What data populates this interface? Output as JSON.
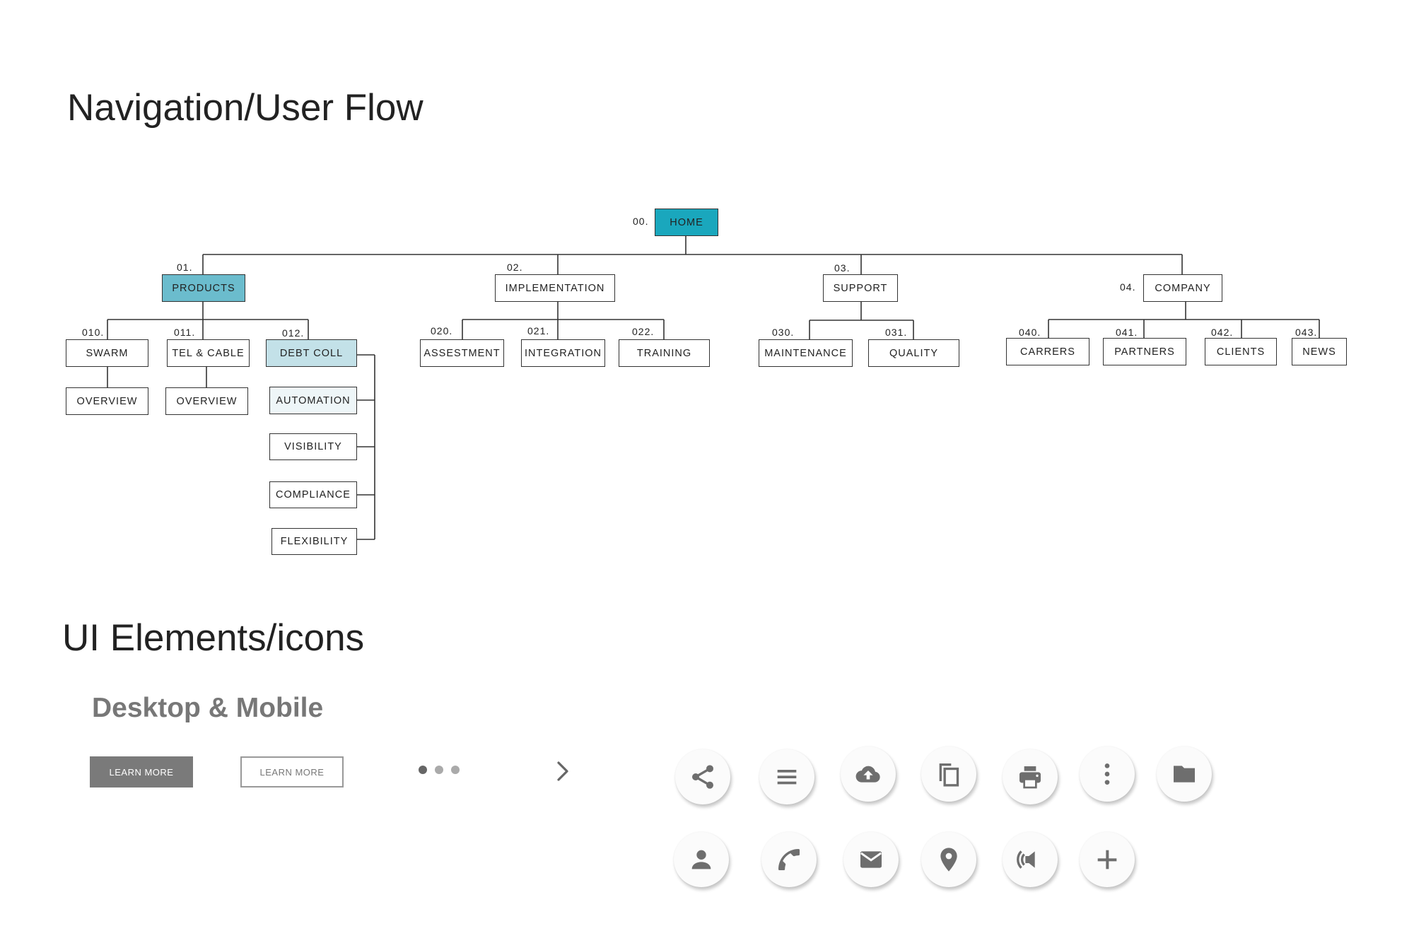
{
  "titles": {
    "nav_flow": "Navigation/User Flow",
    "ui_elements": "UI Elements/icons",
    "desktop_mobile": "Desktop & Mobile"
  },
  "colors": {
    "home_fill": "#1aa7bd",
    "products_fill": "#6bbccd",
    "debt_coll_fill": "#c3e1e8",
    "automation_fill": "#eef6f8",
    "line": "#333333",
    "icon": "#6e6e6e"
  },
  "sitemap": {
    "home": {
      "num": "00.",
      "label": "HOME"
    },
    "products": {
      "num": "01.",
      "label": "PRODUCTS"
    },
    "implementation": {
      "num": "02.",
      "label": "IMPLEMENTATION"
    },
    "support": {
      "num": "03.",
      "label": "SUPPORT"
    },
    "company": {
      "num": "04.",
      "label": "COMPANY"
    },
    "swarm": {
      "num": "010.",
      "label": "SWARM"
    },
    "tel_cable": {
      "num": "011.",
      "label": "TEL & CABLE"
    },
    "debt_coll": {
      "num": "012.",
      "label": "DEBT COLL"
    },
    "swarm_overview": {
      "label": "OVERVIEW"
    },
    "tel_overview": {
      "label": "OVERVIEW"
    },
    "automation": {
      "label": "AUTOMATION"
    },
    "visibility": {
      "label": "VISIBILITY"
    },
    "compliance": {
      "label": "COMPLIANCE"
    },
    "flexibility": {
      "label": "FLEXIBILITY"
    },
    "assestment": {
      "num": "020.",
      "label": "ASSESTMENT"
    },
    "integration": {
      "num": "021.",
      "label": "INTEGRATION"
    },
    "training": {
      "num": "022.",
      "label": "TRAINING"
    },
    "maintenance": {
      "num": "030.",
      "label": "MAINTENANCE"
    },
    "quality": {
      "num": "031.",
      "label": "QUALITY"
    },
    "carrers": {
      "num": "040.",
      "label": "CARRERS"
    },
    "partners": {
      "num": "041.",
      "label": "PARTNERS"
    },
    "clients": {
      "num": "042.",
      "label": "CLIENTS"
    },
    "news": {
      "num": "043.",
      "label": "NEWS"
    }
  },
  "ui": {
    "learn_more_solid": "LEARN MORE",
    "learn_more_outline": "LEARN MORE",
    "pagination": {
      "count": 3,
      "active_index": 0
    },
    "icons_row1": [
      "share-icon",
      "menu-icon",
      "cloud-upload-icon",
      "copy-icon",
      "print-icon",
      "more-vertical-icon",
      "folder-icon"
    ],
    "icons_row2": [
      "person-icon",
      "phone-icon",
      "mail-icon",
      "location-pin-icon",
      "volume-icon",
      "plus-icon"
    ]
  }
}
